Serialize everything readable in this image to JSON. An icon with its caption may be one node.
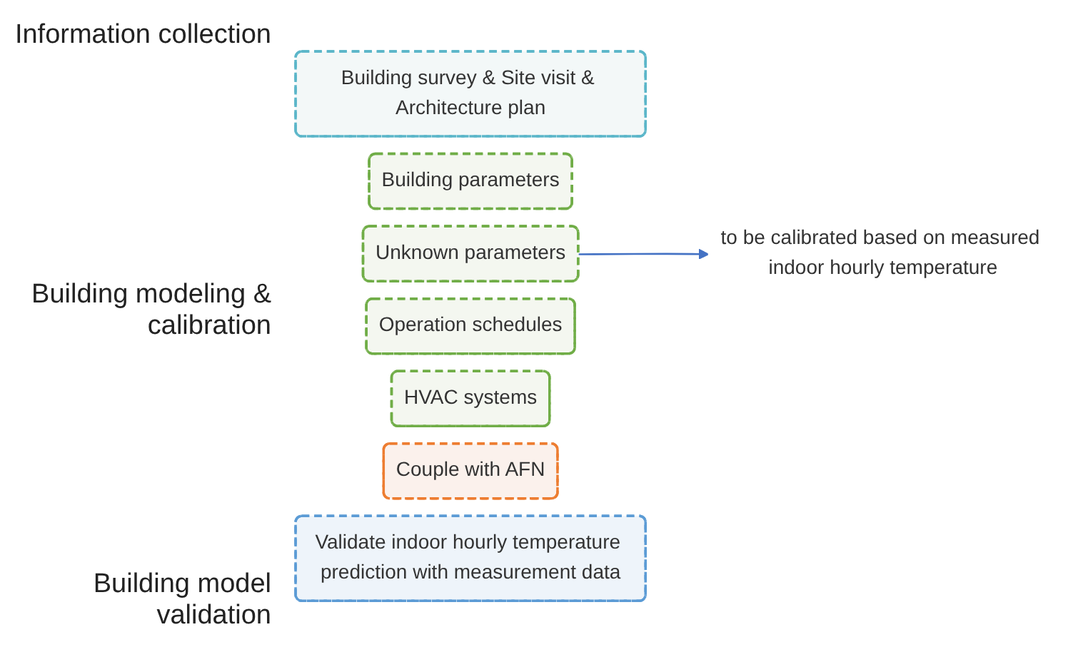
{
  "diagram": {
    "nodes": [
      {
        "text": [
          "Building survey & Site visit & Architecture plan"
        ]
      },
      {
        "text": [
          "Building parameters"
        ]
      },
      {
        "text": [
          "Unknown parameters"
        ]
      },
      {
        "text": [
          "to be calibrated based on measured indoor hourly temperature"
        ]
      },
      {
        "text": [
          "Operation schedules"
        ]
      },
      {
        "text": [
          "HVAC systems"
        ]
      },
      {
        "text": [
          "Couple with AFN"
        ]
      },
      {
        "text": [
          "Validate indoor hourly temperature prediction with measurement data"
        ]
      }
    ],
    "edges": [
      {
        "from": 2,
        "to": 3,
        "arrow": "to"
      }
    ],
    "labels": [
      "Information collection",
      "Building modeling & calibration",
      "Building model validation"
    ]
  }
}
